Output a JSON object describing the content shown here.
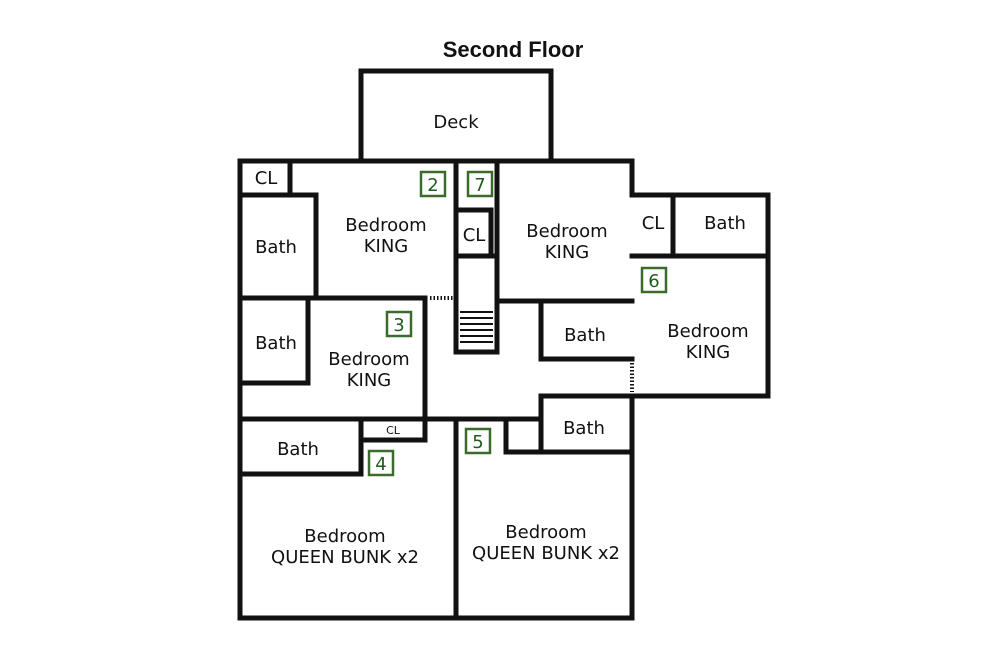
{
  "title": "Second Floor",
  "rooms": {
    "deck": "Deck",
    "cl_top_left": "CL",
    "bed2_line1": "Bedroom",
    "bed2_line2": "KING",
    "bath_left_top": "Bath",
    "cl_center": "CL",
    "bed7_line1": "Bedroom",
    "bed7_line2": "KING",
    "cl_right": "CL",
    "bath_right_top": "Bath",
    "bath_center_right": "Bath",
    "bed6_line1": "Bedroom",
    "bed6_line2": "KING",
    "bath_left_mid": "Bath",
    "bed3_line1": "Bedroom",
    "bed3_line2": "KING",
    "cl_small": "CL",
    "bath_left_bottom": "Bath",
    "bath_bottom_right": "Bath",
    "bed4_line1": "Bedroom",
    "bed4_line2": "QUEEN BUNK x2",
    "bed5_line1": "Bedroom",
    "bed5_line2": "QUEEN BUNK x2"
  },
  "badges": {
    "b2": "2",
    "b7": "7",
    "b6": "6",
    "b3": "3",
    "b4": "4",
    "b5": "5"
  },
  "colors": {
    "wall": "#111111",
    "badge": "#3a6b2a"
  }
}
